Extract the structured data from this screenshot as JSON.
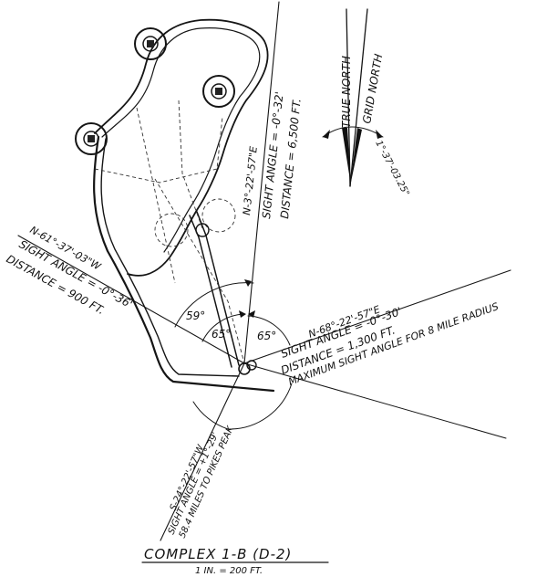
{
  "title": "COMPLEX 1-B (D-2)",
  "scale": "1 IN. = 200 FT.",
  "north": {
    "true_label": "TRUE NORTH",
    "grid_label": "GRID NORTH",
    "declination": "1°-37'-03.25\""
  },
  "bearings": {
    "north": {
      "bearing": "N-3°-22'-57\"E",
      "sight": "SIGHT ANGLE = -0°-32'",
      "distance": "DISTANCE = 6,500 FT."
    },
    "west": {
      "bearing": "N-61°-37'-03\"W",
      "sight": "SIGHT ANGLE = -0°-36'",
      "distance": "DISTANCE = 900 FT."
    },
    "east": {
      "bearing": "N-68°-22'-57\"E",
      "sight": "SIGHT ANGLE = -0°-30'",
      "distance": "DISTANCE = 1,300 FT.",
      "note": "MAXIMUM SIGHT ANGLE FOR 8 MILE RADIUS"
    },
    "south": {
      "bearing": "S-24°-22'-57\"W",
      "sight": "SIGHT ANGLE = +1°-29'",
      "distance": "58.4 MILES TO PIKES PEAK"
    }
  },
  "angles": {
    "a59": "59°",
    "a65w": "65°",
    "a65e": "65°"
  }
}
